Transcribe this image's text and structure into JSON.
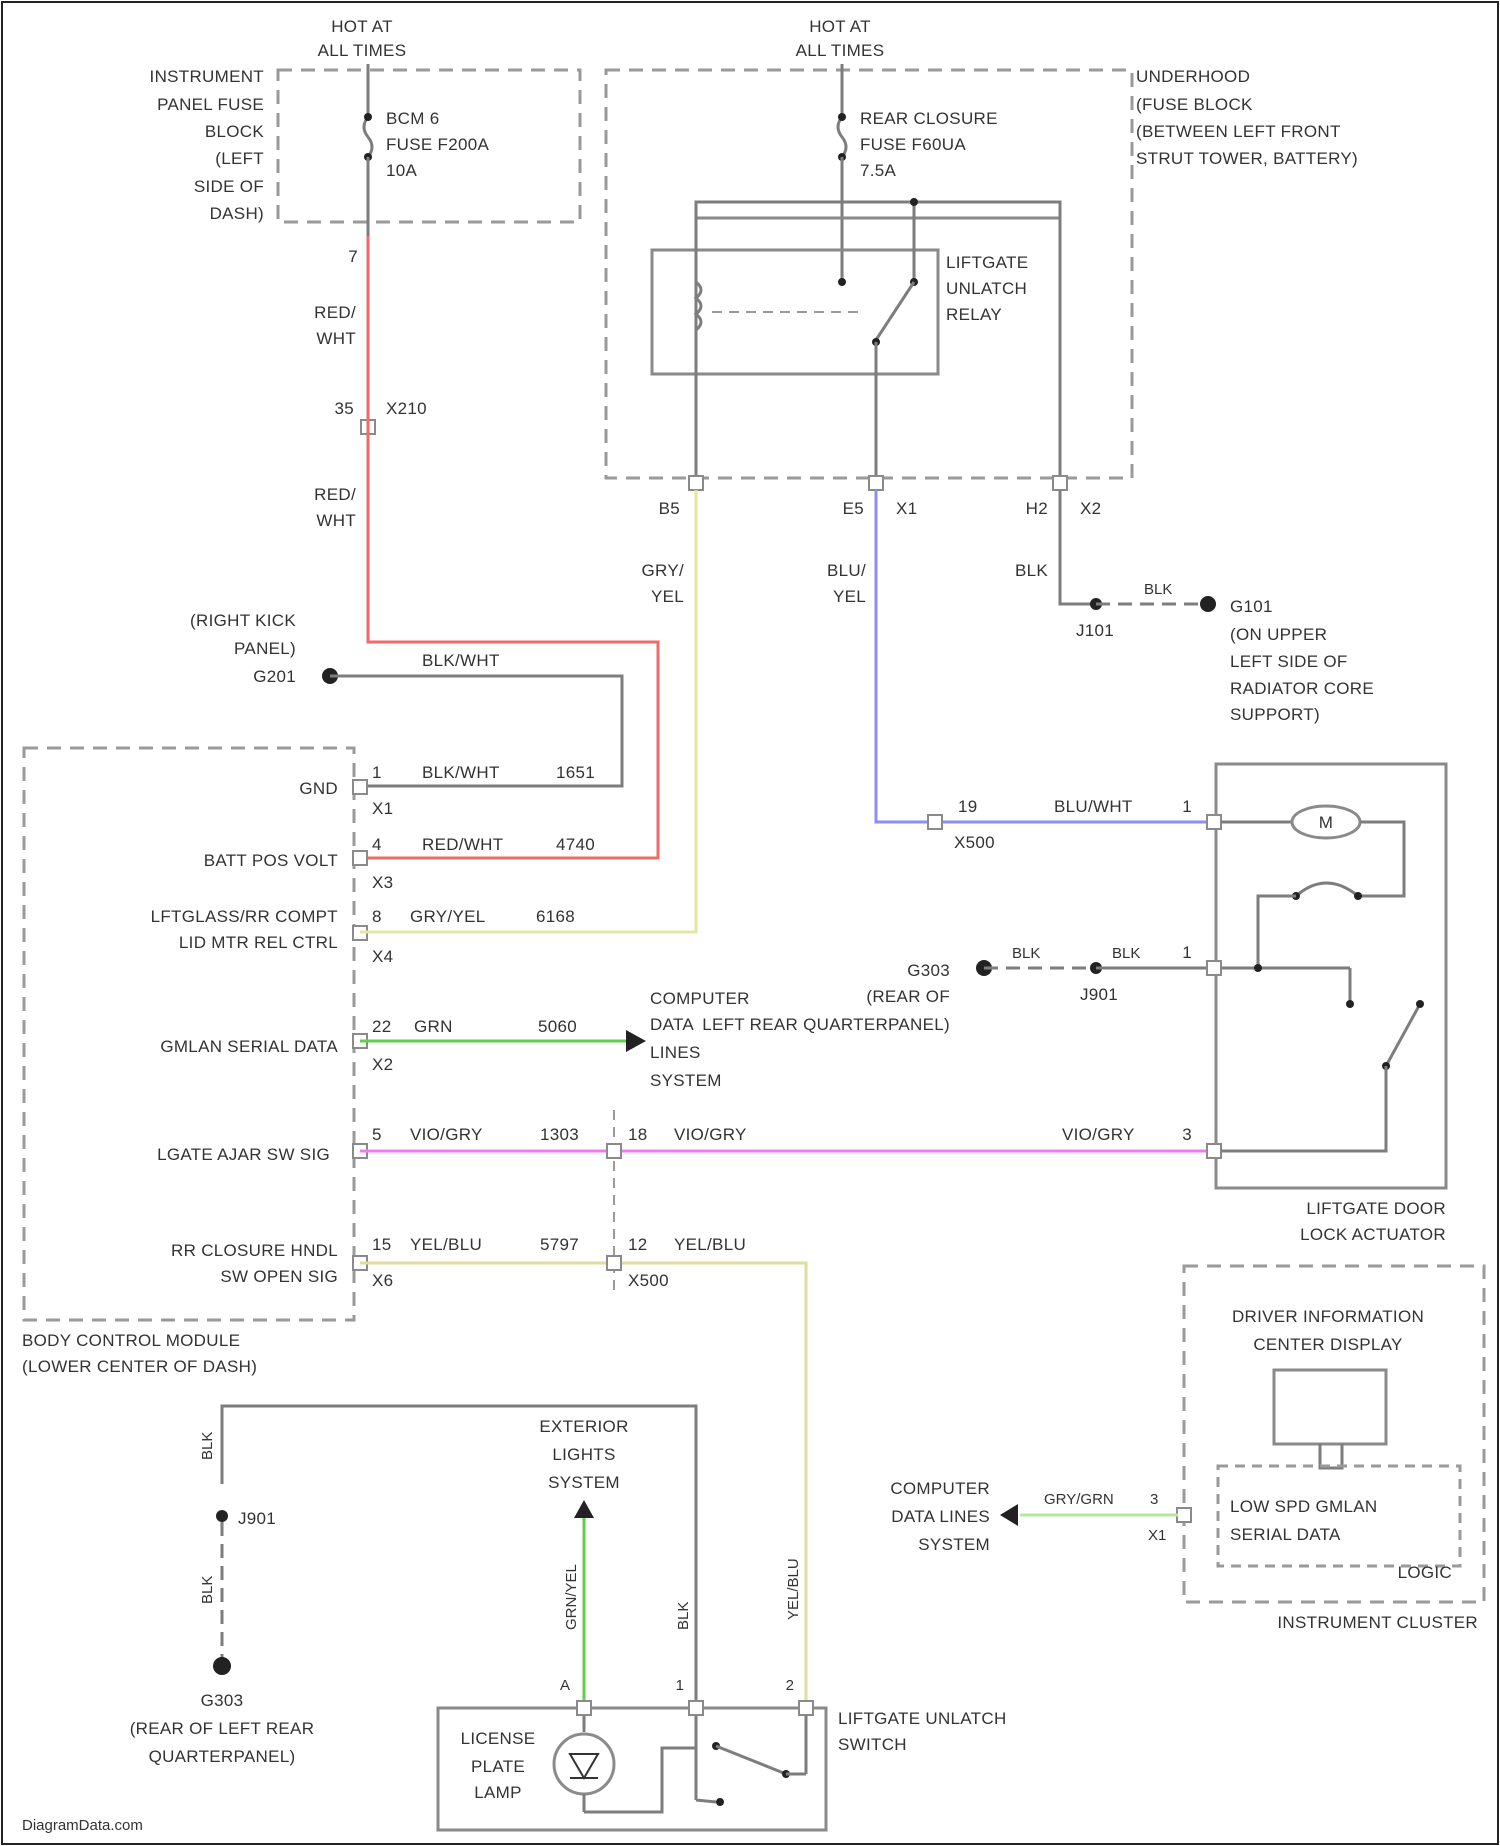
{
  "header": {
    "hot_left": [
      "HOT AT",
      "ALL TIMES"
    ],
    "hot_right": [
      "HOT AT",
      "ALL TIMES"
    ]
  },
  "ip_fuse_block": [
    "INSTRUMENT",
    "PANEL FUSE",
    "BLOCK",
    "(LEFT",
    "SIDE OF",
    "DASH)"
  ],
  "bcm_fuse": [
    "BCM 6",
    "FUSE F200A",
    "10A"
  ],
  "underhood_fuse_block": [
    "UNDERHOOD",
    "(FUSE BLOCK",
    "(BETWEEN LEFT FRONT",
    "STRUT TOWER, BATTERY)"
  ],
  "rear_closure_fuse": [
    "REAR CLOSURE",
    "FUSE F60UA",
    "7.5A"
  ],
  "relay": [
    "LIFTGATE",
    "UNLATCH",
    "RELAY"
  ],
  "left_harness": {
    "pin_top": "7",
    "wire1": [
      "RED/",
      "WHT"
    ],
    "inline_pin": "35",
    "inline_conn": "X210",
    "wire2": [
      "RED/",
      "WHT"
    ]
  },
  "relay_outputs": {
    "pin_b5": "B5",
    "pin_e5": "E5",
    "pin_x1": "X1",
    "pin_h2": "H2",
    "pin_x2": "X2",
    "gry_yel": [
      "GRY/",
      "YEL"
    ],
    "blu_yel": [
      "BLU/",
      "YEL"
    ],
    "blk": "BLK",
    "blk_j": "BLK",
    "j101": "J101",
    "g101": [
      "G101",
      "(ON UPPER",
      "LEFT SIDE OF",
      "RADIATOR CORE",
      "SUPPORT)"
    ]
  },
  "ground_g201": [
    "(RIGHT KICK",
    "PANEL)",
    "G201"
  ],
  "bcm": {
    "label": [
      "BODY CONTROL MODULE",
      "(LOWER CENTER OF DASH)"
    ],
    "rows": [
      {
        "name": "GND",
        "pin": "1",
        "wire": "BLK/WHT",
        "circuit": "1651",
        "conn": "X1"
      },
      {
        "name": "BATT POS VOLT",
        "pin": "4",
        "wire": "RED/WHT",
        "circuit": "4740",
        "conn": "X3"
      },
      {
        "name": "LFTGLASS/RR COMPT LID MTR REL CTRL",
        "pin": "8",
        "wire": "GRY/YEL",
        "circuit": "6168",
        "conn": "X4"
      },
      {
        "name": "GMLAN SERIAL DATA",
        "pin": "22",
        "wire": "GRN",
        "circuit": "5060",
        "conn": "X2"
      },
      {
        "name": "LGATE AJAR SW SIG",
        "pin": "5",
        "wire": "VIO/GRY",
        "circuit": "1303",
        "conn": ""
      },
      {
        "name": "RR CLOSURE HNDL SW OPEN SIG",
        "pin": "15",
        "wire": "YEL/BLU",
        "circuit": "5797",
        "conn": "X6"
      }
    ],
    "gnd_wire_top": "BLK/WHT"
  },
  "x500": {
    "pin_blu": "19",
    "conn_blu": "X500",
    "wire_blu": "BLU/WHT",
    "pin_vio": "18",
    "wire_vio": "VIO/GRY",
    "wire_vio_r": "VIO/GRY",
    "pin_yel": "12",
    "wire_yel": "YEL/BLU",
    "conn_yel": "X500"
  },
  "g303": [
    "G303",
    "(REAR OF",
    "LEFT REAR QUARTERPANEL)"
  ],
  "j901": "J901",
  "g303_wires": [
    "BLK",
    "BLK"
  ],
  "data_lines_1": [
    "COMPUTER",
    "DATA",
    "LINES",
    "SYSTEM"
  ],
  "actuator": {
    "label": [
      "LIFTGATE DOOR",
      "LOCK ACTUATOR"
    ],
    "pin1": "1",
    "pin2": "1",
    "pin3": "3",
    "motor": "M"
  },
  "lower_left": {
    "wire_top": "BLK",
    "splice": "J901",
    "wire_bottom": "BLK",
    "ground": [
      "G303",
      "(REAR OF LEFT REAR",
      "QUARTERPANEL)"
    ]
  },
  "exterior_lights": [
    "EXTERIOR",
    "LIGHTS",
    "SYSTEM"
  ],
  "lamp": [
    "LICENSE",
    "PLATE",
    "LAMP"
  ],
  "switch_label": [
    "LIFTGATE UNLATCH",
    "SWITCH"
  ],
  "vertical_wires": [
    "GRN/YEL",
    "BLK",
    "YEL/BLU"
  ],
  "dic": {
    "title": [
      "DRIVER INFORMATION",
      "CENTER DISPLAY"
    ],
    "logic_label": [
      "LOW SPD GMLAN",
      "SERIAL DATA"
    ],
    "logic": "LOGIC",
    "cluster": "INSTRUMENT CLUSTER",
    "wire": "GRY/GRN",
    "pin": "3",
    "conn": "X1"
  },
  "data_lines_2": [
    "COMPUTER",
    "DATA LINES",
    "SYSTEM"
  ],
  "watermark": "DiagramData.com",
  "colors": {
    "red": "#f06a6a",
    "yellow": "#e4e6a0",
    "blue": "#8d8ef0",
    "green": "#5fcf4d",
    "violet": "#f07df0",
    "yelblu": "#dede9e",
    "ltgreen": "#b6e7a0",
    "gray": "#7d7d7d"
  }
}
